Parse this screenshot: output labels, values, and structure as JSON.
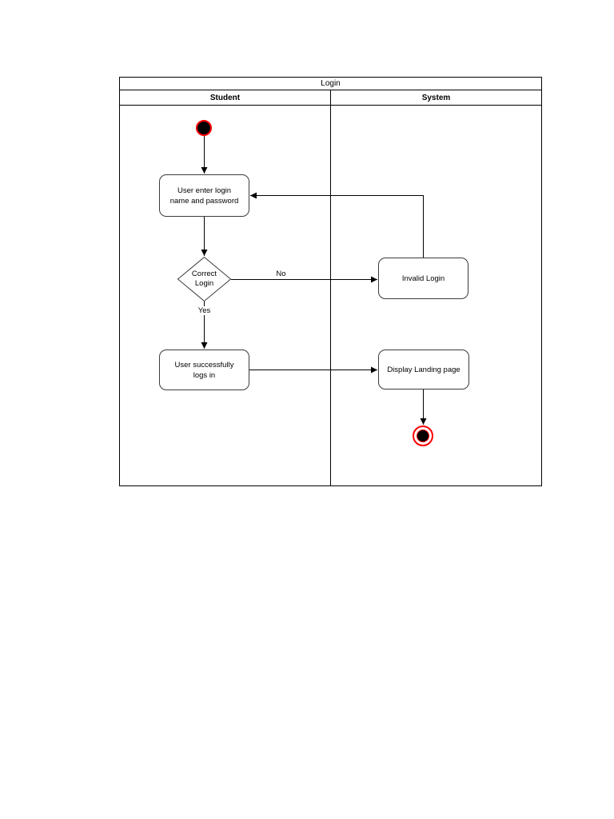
{
  "diagram": {
    "title": "Login",
    "lanes": {
      "left": "Student",
      "right": "System"
    },
    "nodes": {
      "enter_credentials": "User enter login\nname and password",
      "decision": "Correct\nLogin",
      "invalid_login": "Invalid Login",
      "success_login": "User successfully\nlogs in",
      "display_landing": "Display Landing page"
    },
    "edge_labels": {
      "no": "No",
      "yes": "Yes"
    },
    "colors": {
      "line": "#000000",
      "node_border": "#3b3b3b",
      "terminal": "#ff0000",
      "node_fill": "#ffffff"
    }
  }
}
